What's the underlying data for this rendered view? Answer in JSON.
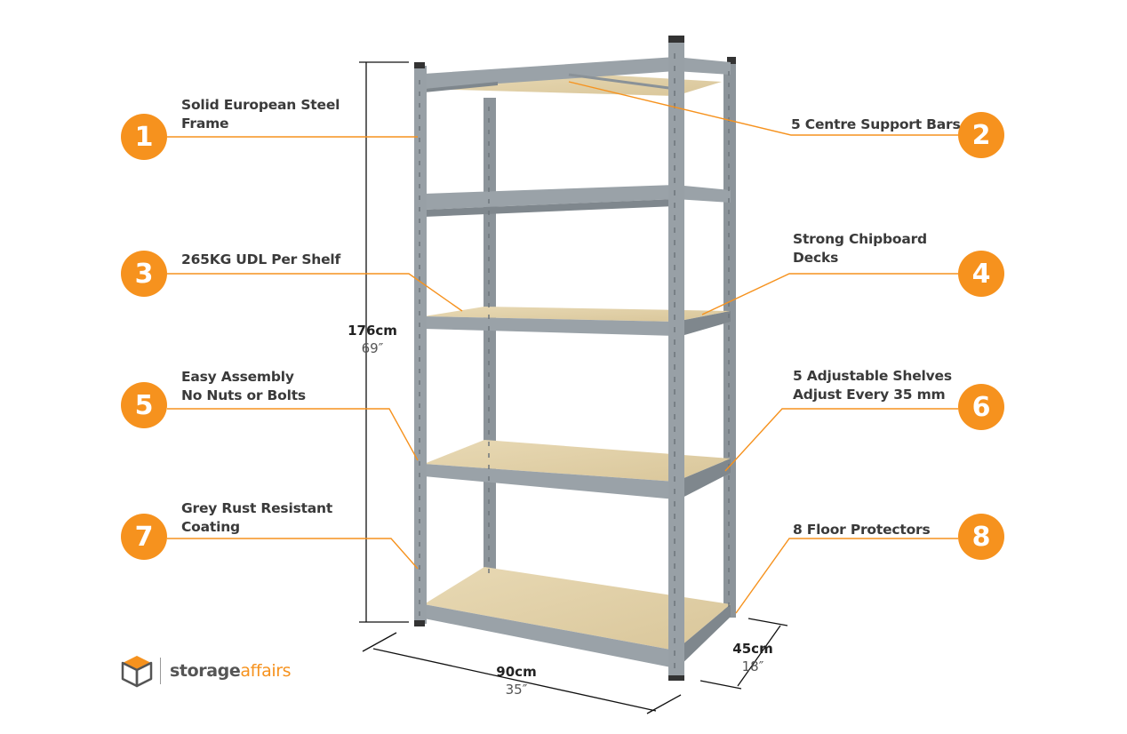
{
  "colors": {
    "accent": "#f6921e",
    "frame": "#8e969c",
    "deck": "#e0cfa6",
    "text": "#3a3a3a"
  },
  "features": [
    {
      "number": "1",
      "lines": [
        "Solid European Steel",
        "Frame"
      ]
    },
    {
      "number": "2",
      "lines": [
        "5 Centre Support Bars"
      ]
    },
    {
      "number": "3",
      "lines": [
        "265KG UDL Per Shelf"
      ]
    },
    {
      "number": "4",
      "lines": [
        "Strong Chipboard",
        "Decks"
      ]
    },
    {
      "number": "5",
      "lines": [
        "Easy Assembly",
        "No Nuts or Bolts"
      ]
    },
    {
      "number": "6",
      "lines": [
        "5 Adjustable Shelves",
        "Adjust Every 35 mm"
      ]
    },
    {
      "number": "7",
      "lines": [
        "Grey Rust Resistant",
        "Coating"
      ]
    },
    {
      "number": "8",
      "lines": [
        "8 Floor Protectors"
      ]
    }
  ],
  "dimensions": {
    "height": {
      "metric": "176cm",
      "imperial": "69″"
    },
    "width": {
      "metric": "90cm",
      "imperial": "35″"
    },
    "depth": {
      "metric": "45cm",
      "imperial": "18″"
    }
  },
  "logo": {
    "icon": "box-icon",
    "part1": "storage",
    "part2": "affairs"
  }
}
